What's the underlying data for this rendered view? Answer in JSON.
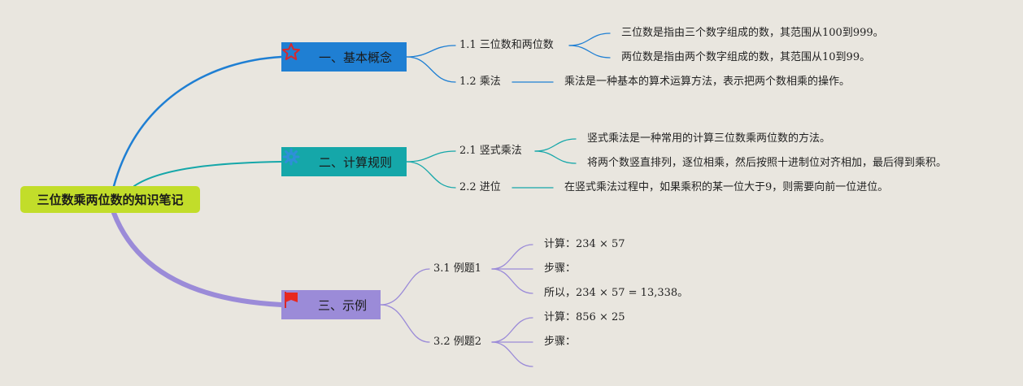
{
  "root": {
    "label": "三位数乘两位数的知识笔记"
  },
  "branches": [
    {
      "label": "一、基本概念",
      "icon": "star-icon",
      "color": "#1f7fd3",
      "subs": [
        {
          "label": "1.1 三位数和两位数",
          "leaves": [
            "三位数是指由三个数字组成的数，其范围从100到999。",
            "两位数是指由两个数字组成的数，其范围从10到99。"
          ]
        },
        {
          "label": "1.2 乘法",
          "leaves": [
            "乘法是一种基本的算术运算方法，表示把两个数相乘的操作。"
          ]
        }
      ]
    },
    {
      "label": "二、计算规则",
      "icon": "gear-icon",
      "color": "#15a7a9",
      "subs": [
        {
          "label": "2.1 竖式乘法",
          "leaves": [
            "竖式乘法是一种常用的计算三位数乘两位数的方法。",
            "将两个数竖直排列，逐位相乘，然后按照十进制位对齐相加，最后得到乘积。"
          ]
        },
        {
          "label": "2.2 进位",
          "leaves": [
            "在竖式乘法过程中，如果乘积的某一位大于9，则需要向前一位进位。"
          ]
        }
      ]
    },
    {
      "label": "三、示例",
      "icon": "flag-icon",
      "color": "#9b8bd8",
      "subs": [
        {
          "label": "3.1 例题1",
          "leaves": [
            "计算：234 × 57",
            "步骤：",
            "所以，234 × 57 = 13,338。"
          ]
        },
        {
          "label": "3.2 例题2",
          "leaves": [
            "计算：856 × 25",
            "步骤：",
            ""
          ]
        }
      ]
    }
  ]
}
